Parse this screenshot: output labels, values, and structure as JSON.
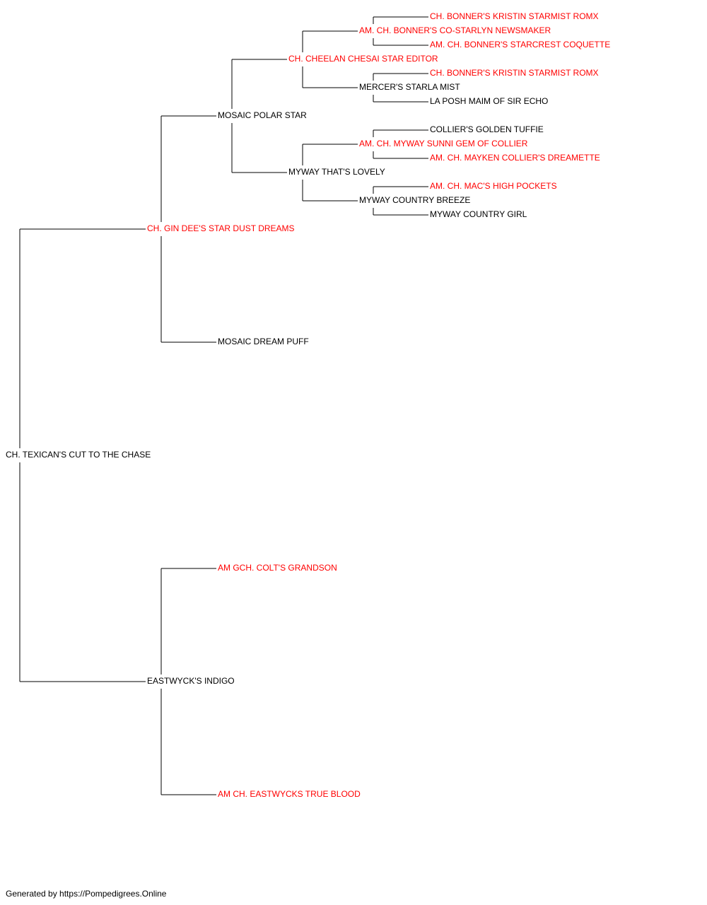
{
  "colors": {
    "champion": "#ff0000",
    "regular": "#000000",
    "line": "#000000"
  },
  "root": {
    "name": "CH. TEXICAN'S CUT TO THE CHASE",
    "champion": false,
    "sire": {
      "name": "CH. GIN DEE'S STAR DUST DREAMS",
      "champion": true,
      "sire": {
        "name": "MOSAIC POLAR STAR",
        "champion": false,
        "sire": {
          "name": "CH. CHEELAN CHESAI STAR EDITOR",
          "champion": true,
          "sire": {
            "name": "AM. CH. BONNER'S CO-STARLYN NEWSMAKER",
            "champion": true,
            "sire": {
              "name": "CH. BONNER'S KRISTIN STARMIST ROMX",
              "champion": true
            },
            "dam": {
              "name": "AM. CH. BONNER'S STARCREST COQUETTE",
              "champion": true
            }
          },
          "dam": {
            "name": "MERCER'S STARLA MIST",
            "champion": false,
            "sire": {
              "name": "CH. BONNER'S KRISTIN STARMIST ROMX",
              "champion": true
            },
            "dam": {
              "name": "LA POSH MAIM OF SIR ECHO",
              "champion": false
            }
          }
        },
        "dam": {
          "name": "MYWAY THAT'S LOVELY",
          "champion": false,
          "sire": {
            "name": "AM. CH. MYWAY SUNNI GEM OF COLLIER",
            "champion": true,
            "sire": {
              "name": "COLLIER'S GOLDEN TUFFIE",
              "champion": false
            },
            "dam": {
              "name": "AM. CH. MAYKEN COLLIER'S DREAMETTE",
              "champion": true
            }
          },
          "dam": {
            "name": "MYWAY COUNTRY BREEZE",
            "champion": false,
            "sire": {
              "name": "AM. CH. MAC'S HIGH POCKETS",
              "champion": true
            },
            "dam": {
              "name": "MYWAY COUNTRY GIRL",
              "champion": false
            }
          }
        }
      },
      "dam": {
        "name": "MOSAIC DREAM PUFF",
        "champion": false
      }
    },
    "dam": {
      "name": "EASTWYCK'S INDIGO",
      "champion": false,
      "sire": {
        "name": "AM GCH. COLT'S GRANDSON",
        "champion": true
      },
      "dam": {
        "name": "AM CH. EASTWYCKS TRUE BLOOD",
        "champion": true
      }
    }
  },
  "footer": {
    "text": "Generated by https://Pompedigrees.Online"
  }
}
